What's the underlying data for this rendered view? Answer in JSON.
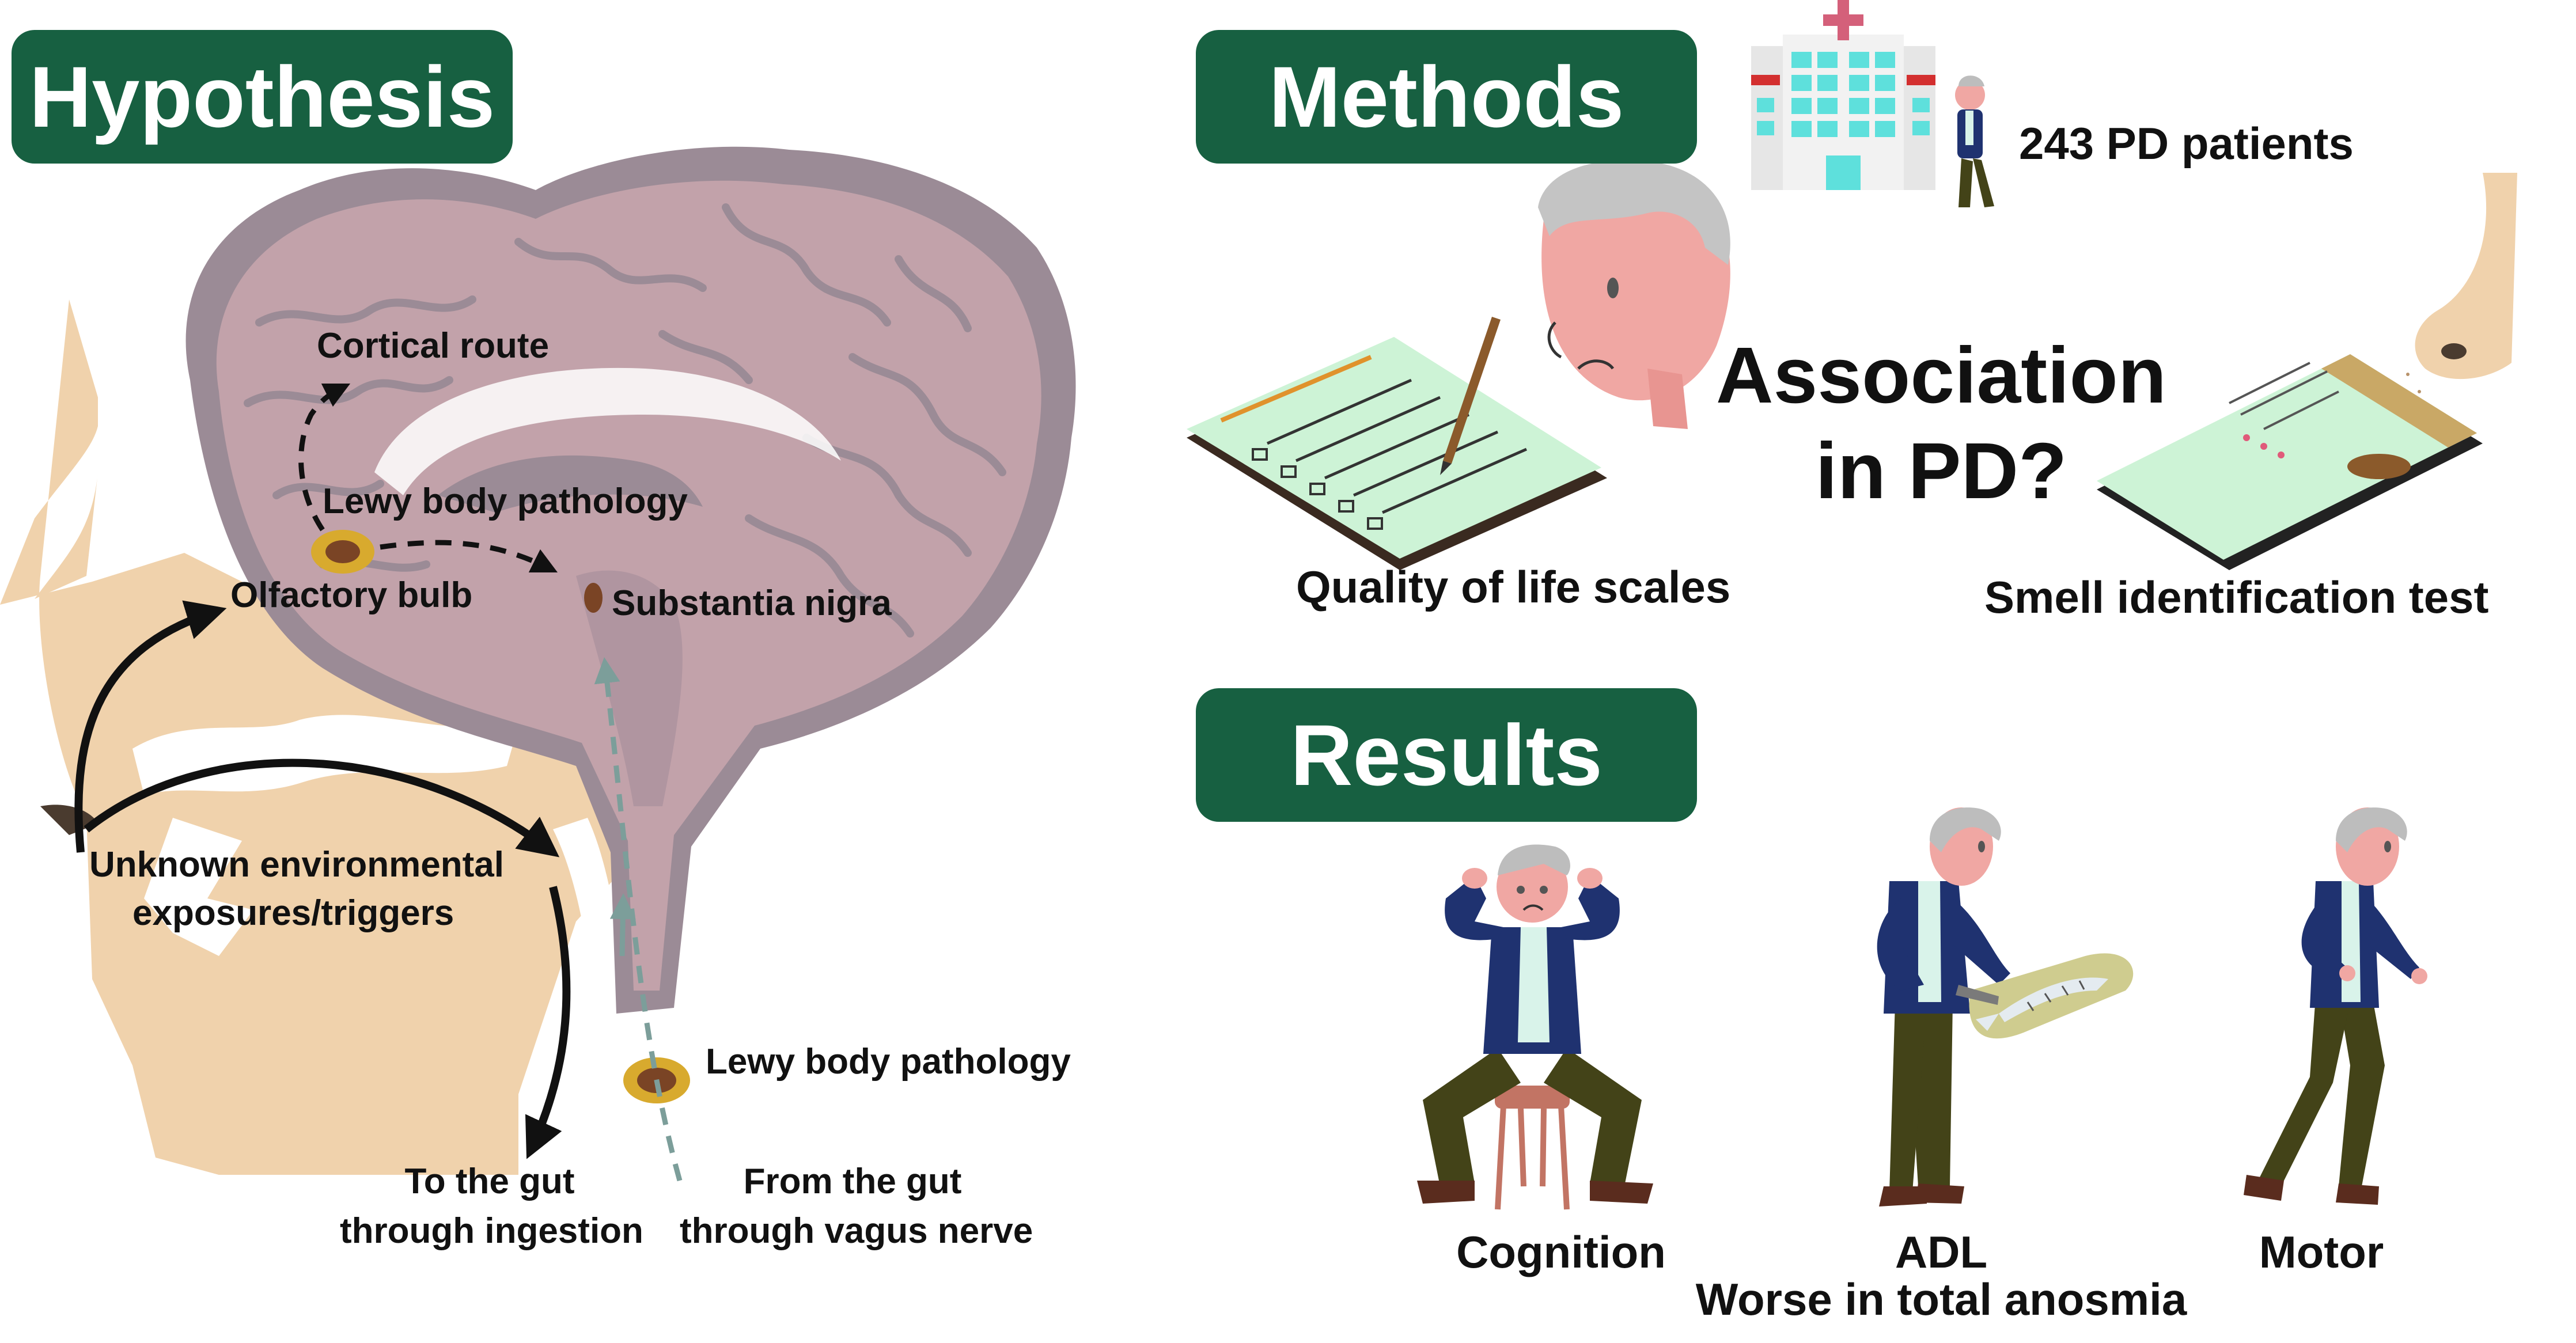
{
  "sections": {
    "hypothesis": "Hypothesis",
    "methods": "Methods",
    "results": "Results"
  },
  "hypothesis": {
    "cortical_route": "Cortical route",
    "lewy_body_top": "Lewy body pathology",
    "olfactory_bulb": "Olfactory bulb",
    "substantia_nigra": "Substantia nigra",
    "exposures_line1": "Unknown environmental",
    "exposures_line2": "exposures/triggers",
    "lewy_body_bottom": "Lewy body pathology",
    "gut_ingestion_line1": "To the gut",
    "gut_ingestion_line2": "through ingestion",
    "gut_vagus_line1": "From the gut",
    "gut_vagus_line2": "through vagus nerve"
  },
  "methods": {
    "patients": "243 PD patients",
    "association_line1": "Association",
    "association_line2": "in PD?",
    "qol_scales": "Quality of life scales",
    "smell_test": "Smell identification test"
  },
  "results": {
    "cognition": "Cognition",
    "adl": "ADL",
    "motor": "Motor",
    "summary": "Worse in total anosmia"
  },
  "colors": {
    "badge_green": "#176041",
    "brain_outer": "#9b8b96",
    "brain_inner": "#c2a2aa",
    "skin": "#f0d2ac",
    "lewy_outer": "#d8aa2e",
    "lewy_inner": "#7a4425",
    "vagus_dash": "#7c9e9a",
    "jacket": "#1f3270",
    "pants": "#434318",
    "face": "#f0a7a3",
    "hair": "#bdbdbd"
  }
}
